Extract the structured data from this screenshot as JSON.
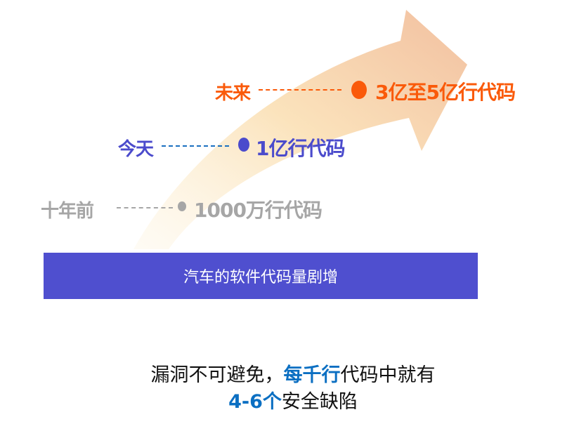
{
  "milestones": [
    {
      "time": "未来",
      "value": "3亿至5亿行代码",
      "color": "#fa5a0a"
    },
    {
      "time": "今天",
      "value": "1亿行代码",
      "color": "#4b4bcc"
    },
    {
      "time": "十年前",
      "value": "1000万行代码",
      "color": "#a6a6a6"
    }
  ],
  "banner": "汽车的软件代码量剧增",
  "footer": {
    "line1_a": "漏洞不可避免，",
    "line1_b": "每千行",
    "line1_c": "代码中就有",
    "line2_a": "4-6个",
    "line2_b": "安全缺陷"
  }
}
